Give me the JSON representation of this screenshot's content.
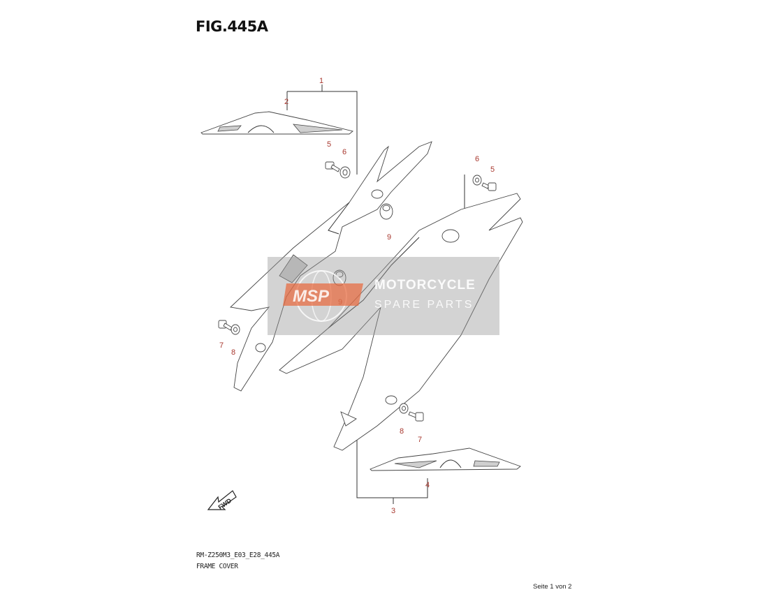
{
  "figure": {
    "title": "FIG.445A",
    "model_code": "RM-Z250M3_E03_E28_445A",
    "section_name": "FRAME COVER",
    "page_indicator": "Seite 1 von 2"
  },
  "direction_marker": "FWD",
  "watermark": {
    "logo_text": "MSP",
    "line1": "MOTORCYCLE",
    "line2": "SPARE PARTS"
  },
  "callouts": [
    {
      "id": "c1",
      "label": "1"
    },
    {
      "id": "c2",
      "label": "2"
    },
    {
      "id": "c3",
      "label": "3"
    },
    {
      "id": "c4",
      "label": "4"
    },
    {
      "id": "c5a",
      "label": "5"
    },
    {
      "id": "c5b",
      "label": "5"
    },
    {
      "id": "c6a",
      "label": "6"
    },
    {
      "id": "c6b",
      "label": "6"
    },
    {
      "id": "c7a",
      "label": "7"
    },
    {
      "id": "c7b",
      "label": "7"
    },
    {
      "id": "c8a",
      "label": "8"
    },
    {
      "id": "c8b",
      "label": "8"
    },
    {
      "id": "c9a",
      "label": "9"
    },
    {
      "id": "c9b",
      "label": "9"
    }
  ],
  "colors": {
    "callout": "#a8382f",
    "line": "#333333",
    "watermark_accent": "#e8663a"
  }
}
